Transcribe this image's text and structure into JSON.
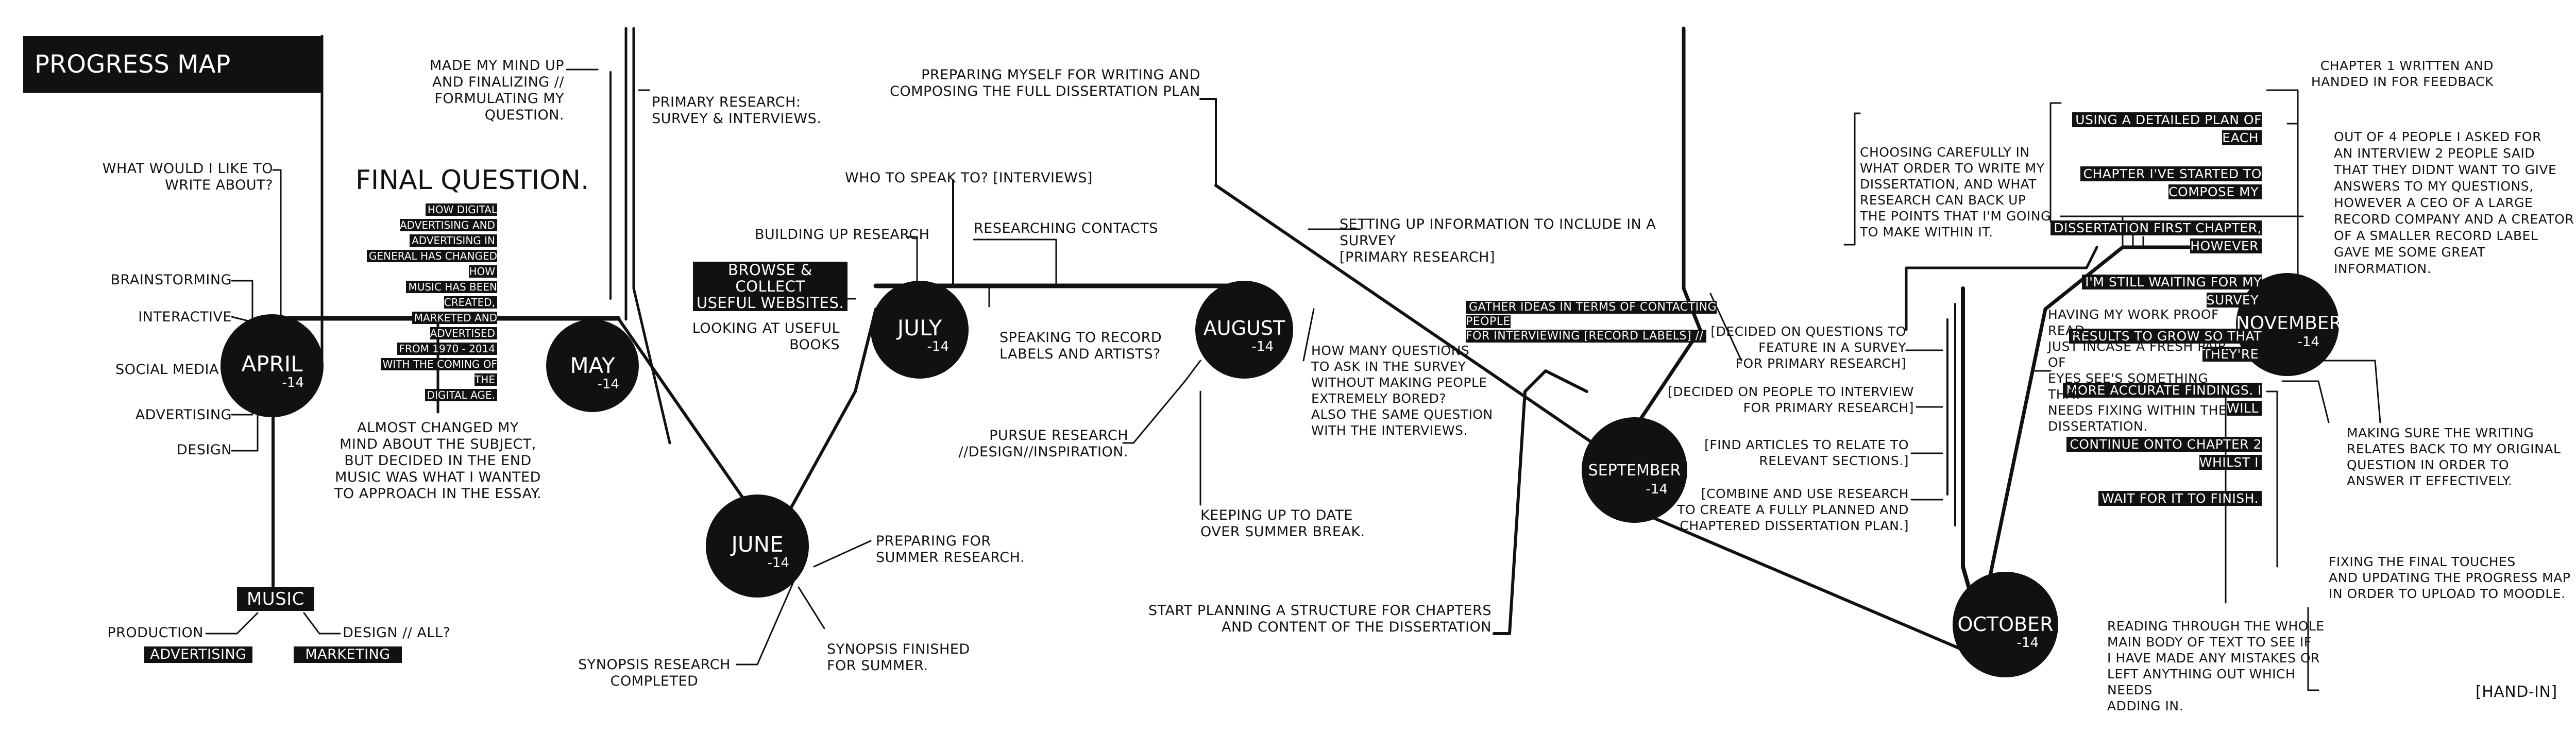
{
  "title": "PROGRESS MAP",
  "months": [
    {
      "id": "april",
      "name": "APRIL",
      "year": "-14"
    },
    {
      "id": "may",
      "name": "MAY",
      "year": "-14"
    },
    {
      "id": "june",
      "name": "JUNE",
      "year": "-14"
    },
    {
      "id": "july",
      "name": "JULY",
      "year": "-14"
    },
    {
      "id": "august",
      "name": "AUGUST",
      "year": "-14"
    },
    {
      "id": "september",
      "name": "SEPTEMBER",
      "year": "-14"
    },
    {
      "id": "october",
      "name": "OCTOBER",
      "year": "-14"
    },
    {
      "id": "november",
      "name": "NOVEMBER",
      "year": "-14"
    }
  ],
  "april": {
    "question": "WHAT WOULD I LIKE TO\nWRITE ABOUT?",
    "branches": [
      "BRAINSTORMING",
      "INTERACTIVE",
      "SOCIAL MEDIA",
      "ADVERTISING",
      "DESIGN"
    ],
    "changed_mind": "ALMOST CHANGED MY\nMIND ABOUT THE SUBJECT,\nBUT DECIDED IN THE END\nMUSIC WAS WHAT I WANTED\nTO APPROACH IN THE ESSAY."
  },
  "music": {
    "label": "MUSIC",
    "production": "PRODUCTION",
    "design_all": "DESIGN // ALL?",
    "advertising": "ADVERTISING",
    "marketing": "MARKETING"
  },
  "may": {
    "made_mind": "MADE MY MIND UP\nAND FINALIZING //\nFORMULATING MY\nQUESTION.",
    "final_question_title": "FINAL QUESTION.",
    "final_question_lines": [
      "HOW DIGITAL ADVERTISING AND",
      "ADVERTISING IN",
      "GENERAL HAS CHANGED HOW",
      "MUSIC HAS BEEN CREATED,",
      "MARKETED AND ADVERTISED",
      "FROM 1970 - 2014",
      "WITH THE COMING OF THE",
      "DIGITAL AGE."
    ],
    "primary_research": "PRIMARY RESEARCH:\nSURVEY & INTERVIEWS."
  },
  "june": {
    "synopsis_research": "SYNOPSIS RESEARCH\nCOMPLETED",
    "preparing": "PREPARING FOR\nSUMMER RESEARCH.",
    "synopsis_finished": "SYNOPSIS FINISHED\nFOR SUMMER."
  },
  "july": {
    "browse": "BROWSE & COLLECT\nUSEFUL WEBSITES.",
    "looking": "LOOKING AT USEFUL\nBOOKS",
    "building": "BUILDING UP RESEARCH",
    "who": "WHO TO SPEAK TO? [INTERVIEWS]",
    "researching_contacts": "RESEARCHING CONTACTS",
    "speaking": "SPEAKING TO RECORD\nLABELS AND ARTISTS?"
  },
  "august": {
    "preparing_writing": "PREPARING MYSELF FOR WRITING AND\nCOMPOSING THE FULL DISSERTATION PLAN",
    "setting_up": "SETTING UP INFORMATION TO INCLUDE IN A SURVEY\n[PRIMARY RESEARCH]",
    "how_many": "HOW MANY QUESTIONS\nTO ASK IN THE SURVEY\nWITHOUT MAKING PEOPLE\nEXTREMELY BORED?\nALSO THE SAME QUESTION\nWITH THE INTERVIEWS.",
    "pursue": "PURSUE RESEARCH\n//DESIGN//INSPIRATION.",
    "keeping": "KEEPING UP TO DATE\nOVER SUMMER BREAK.",
    "start_planning": "START PLANNING A STRUCTURE FOR CHAPTERS\nAND CONTENT OF THE DISSERTATION",
    "gather": "GATHER IDEAS IN TERMS OF CONTACTING PEOPLE\nFOR INTERVIEWING [RECORD LABELS] //"
  },
  "september": {
    "decided_questions": "[DECIDED ON QUESTIONS TO\nFEATURE IN A SURVEY\nFOR PRIMARY RESEARCH]",
    "decided_people": "[DECIDED ON PEOPLE TO INTERVIEW\nFOR PRIMARY RESEARCH]",
    "find_articles": "[FIND ARTICLES TO RELATE TO\nRELEVANT SECTIONS.]",
    "combine": "[COMBINE AND USE RESEARCH\nTO CREATE A FULLY PLANNED AND\nCHAPTERED DISSERTATION PLAN.]"
  },
  "october": {
    "choosing": "CHOOSING CAREFULLY IN\nWHAT ORDER TO WRITE MY\nDISSERTATION, AND WHAT\nRESEARCH CAN BACK UP\nTHE POINTS THAT I'M GOING\nTO MAKE WITHIN IT.",
    "detailed_plan": [
      "USING A DETAILED PLAN OF EACH",
      "CHAPTER I'VE STARTED TO COMPOSE MY",
      "DISSERTATION FIRST CHAPTER, HOWEVER",
      "I'M STILL WAITING FOR MY SURVEY",
      "RESULTS TO GROW SO THAT THEY'RE",
      "MORE ACCURATE FINDINGS. I WILL",
      "CONTINUE ONTO CHAPTER 2 WHILST I",
      "WAIT FOR IT TO FINISH."
    ],
    "proof_read": "HAVING MY WORK PROOF READ\nJUST INCASE A FRESH PAIR OF\nEYES SEE'S SOMETHING THAT\nNEEDS FIXING WITHIN THE\nDISSERTATION."
  },
  "november": {
    "chapter1": "CHAPTER 1 WRITTEN AND\nHANDED IN FOR FEEDBACK",
    "out_of_4": "OUT OF 4 PEOPLE I ASKED FOR\nAN INTERVIEW 2 PEOPLE SAID\nTHAT THEY DIDNT WANT TO GIVE\nANSWERS TO MY QUESTIONS,\nHOWEVER A CEO OF A LARGE\nRECORD COMPANY AND A CREATOR\nOF A SMALLER RECORD LABEL\nGAVE ME SOME GREAT INFORMATION.",
    "making_sure": "MAKING SURE THE WRITING\nRELATES BACK TO MY ORIGINAL\nQUESTION IN ORDER TO\nANSWER IT EFFECTIVELY.",
    "final_touches": "FIXING THE FINAL TOUCHES\nAND UPDATING THE PROGRESS MAP\nIN ORDER TO UPLOAD TO MOODLE.",
    "reading": "READING THROUGH THE WHOLE\nMAIN BODY OF TEXT TO SEE IF\nI HAVE MADE ANY MISTAKES OR\nLEFT ANYTHING OUT WHICH NEEDS\nADDING IN.",
    "hand_in": "[HAND-IN]"
  }
}
